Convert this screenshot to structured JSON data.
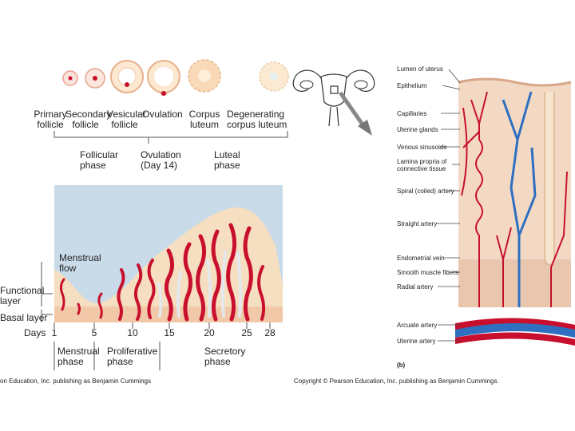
{
  "follicle_labels": [
    "Primary\nfollicle",
    "Secondary\nfollicle",
    "Vesicular\nfollicle",
    "Ovulation",
    "Corpus\nluteum",
    "Degenerating\ncorpus luteum"
  ],
  "phase_labels": [
    "Follicular\nphase",
    "Ovulation\n(Day 14)",
    "Luteal\nphase"
  ],
  "menstrual_flow_label": "Menstrual\nflow",
  "layer_labels": [
    "Functional\nlayer",
    "Basal layer"
  ],
  "days_label": "Days",
  "day_ticks": [
    "1",
    "5",
    "10",
    "15",
    "20",
    "25",
    "28"
  ],
  "uterine_phases": [
    "Menstrual\nphase",
    "Proliferative\nphase",
    "Secretory\nphase"
  ],
  "credit_left": "on Education, Inc. publishing as Benjamin Cummings",
  "credit_right": "Copyright © Pearson Education, Inc. publishing as Benjamin Cummings.",
  "panel_b": {
    "labels": [
      "Lumen of uterus",
      "Epithelium",
      "Capillaries",
      "Uterine glands",
      "Venous sinusoids",
      "Lamina propria of\nconnective tissue",
      "Spiral (coiled) artery",
      "Straight artery",
      "Endometrial vein",
      "Smooth muscle fibers",
      "Radial artery",
      "Arcuate artery",
      "Uterine artery"
    ],
    "panel_letter": "(b)"
  },
  "colors": {
    "sky": "#c9dbe8",
    "endometrium": "#f6dfc0",
    "artery": "#c8102e",
    "vein": "#2f6fc0",
    "basal": "#f1c8a8"
  }
}
